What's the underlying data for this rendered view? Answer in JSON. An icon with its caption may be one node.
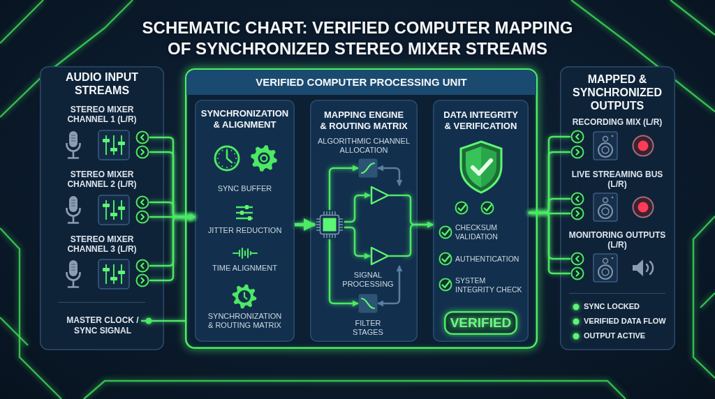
{
  "diagram": {
    "title": "SCHEMATIC CHART: VERIFIED COMPUTER MAPPING OF SYNCHRONIZED STEREO MIXER STREAMS",
    "nodes": [
      {
        "text": [
          "AUDIO INPUT STREAMS",
          "STEREO MIXER CHANNEL 1 (L/R)",
          "STEREO MIXER CHANNEL 2 (L/R)",
          "STEREO MIXER CHANNEL 3 (L/R)"
        ]
      },
      {
        "text": [],
        "shape": "circle",
        "in": 0
      },
      {
        "text": [],
        "shape": "circle",
        "in": 0
      },
      {
        "text": [],
        "shape": "circle",
        "in": 0
      },
      {
        "text": [],
        "shape": "circle",
        "in": 0
      },
      {
        "text": [],
        "shape": "circle",
        "in": 0
      },
      {
        "text": [],
        "shape": "circle",
        "in": 0
      },
      {
        "text": [
          "MASTER CLOCK / SYNC SIGNAL"
        ],
        "in": 0
      },
      {
        "text": [
          "VERIFIED COMPUTER PROCESSING UNIT"
        ]
      },
      {
        "text": [
          "SYNCHRONIZATION & ALIGNMENT",
          "SYNC BUFFER",
          "JITTER REDUCTION",
          "TIME ALIGNMENT",
          "SYNCHRONIZATION & ROUTING MATRIX"
        ],
        "in": 8
      },
      {
        "text": [
          "MAPPING ENGINE & ROUTING MATRIX",
          "ALGORITHMIC CHANNEL ALLOCATION",
          "SIGNAL PROCESSING",
          "FILTER STAGES"
        ],
        "in": 8
      },
      {
        "text": [],
        "shape": "chip",
        "in": 10
      },
      {
        "text": [],
        "shape": "box",
        "in": 10
      },
      {
        "text": [],
        "shape": "triangle",
        "in": 10
      },
      {
        "text": [],
        "shape": "triangle",
        "in": 10
      },
      {
        "text": [],
        "shape": "box",
        "in": 10
      },
      {
        "text": [
          "DATA INTEGRITY & VERIFICATION",
          "CHECKSUM VALIDATION",
          "AUTHENTICATION",
          "SYSTEM INTEGRITY CHECK"
        ],
        "in": 8
      },
      {
        "text": [
          "VERIFIED"
        ],
        "in": 16
      },
      {
        "text": [
          "MAPPED & SYNCHRONIZED OUTPUTS",
          "RECORDING MIX (L/R)",
          "LIVE STREAMING BUS (L/R)",
          "MONITORING OUTPUTS (L/R)",
          "SYNC LOCKED",
          "VERIFIED DATA FLOW",
          "OUTPUT ACTIVE"
        ]
      },
      {
        "text": [],
        "shape": "circle",
        "in": 18
      },
      {
        "text": [],
        "shape": "circle",
        "in": 18
      },
      {
        "text": [],
        "shape": "circle",
        "in": 18
      },
      {
        "text": [],
        "shape": "circle",
        "in": 18
      },
      {
        "text": [],
        "shape": "circle",
        "in": 18
      },
      {
        "text": [],
        "shape": "circle",
        "in": 18
      }
    ],
    "edges": [
      {
        "from": 1,
        "to": 9,
        "arrow": "to"
      },
      {
        "from": 2,
        "to": 9,
        "arrow": "to"
      },
      {
        "from": 3,
        "to": 9,
        "arrow": "to"
      },
      {
        "from": 4,
        "to": 9,
        "arrow": "to"
      },
      {
        "from": 5,
        "to": 9,
        "arrow": "to"
      },
      {
        "from": 6,
        "to": 9,
        "arrow": "to"
      },
      {
        "from": 7,
        "to": 8,
        "arrow": "other"
      },
      {
        "from": 9,
        "to": 11,
        "arrow": "to",
        "style": "thick"
      },
      {
        "from": 11,
        "to": 12,
        "arrow": "to"
      },
      {
        "from": 11,
        "to": 13,
        "arrow": "to"
      },
      {
        "from": 11,
        "to": 14,
        "arrow": "to"
      },
      {
        "from": 11,
        "to": 15,
        "arrow": "to"
      },
      {
        "from": 13,
        "to": 16,
        "arrow": "to"
      },
      {
        "from": 14,
        "to": 16,
        "arrow": "to"
      },
      {
        "from": 13,
        "to": 12,
        "arrow": "both",
        "color": "#5b7ea1"
      },
      {
        "from": 14,
        "to": 15,
        "arrow": "both",
        "color": "#5b7ea1"
      },
      {
        "from": 16,
        "to": 19,
        "arrow": "none"
      },
      {
        "from": 16,
        "to": 20,
        "arrow": "none"
      },
      {
        "from": 16,
        "to": 21,
        "arrow": "none"
      },
      {
        "from": 16,
        "to": 22,
        "arrow": "none"
      },
      {
        "from": 16,
        "to": 23,
        "arrow": "none"
      },
      {
        "from": 16,
        "to": 24,
        "arrow": "none"
      }
    ]
  }
}
